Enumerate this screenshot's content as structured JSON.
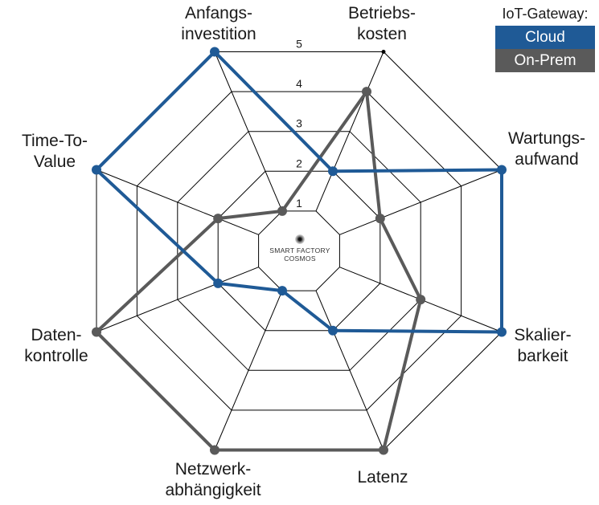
{
  "legend": {
    "title": "IoT-Gateway:",
    "items": [
      {
        "label": "Cloud",
        "color": "#1f5a96"
      },
      {
        "label": "On-Prem",
        "color": "#5a5a5a"
      }
    ]
  },
  "logo": {
    "line1": "SMART FACTORY",
    "line2": "COSMOS"
  },
  "axes": [
    {
      "label": "Anfangs-\ninvestition"
    },
    {
      "label": "Betriebs-\nkosten"
    },
    {
      "label": "Wartungs-\naufwand"
    },
    {
      "label": "Skalier-\nbarkeit"
    },
    {
      "label": "Latenz"
    },
    {
      "label": "Netzwerk-\nabhängigkeit"
    },
    {
      "label": "Daten-\nkontrolle"
    },
    {
      "label": "Time-To-\nValue"
    }
  ],
  "scale_labels": [
    "1",
    "2",
    "3",
    "4",
    "5"
  ],
  "chart_data": {
    "type": "radar",
    "title": "",
    "categories": [
      "Anfangsinvestition",
      "Betriebskosten",
      "Wartungsaufwand",
      "Skalierbarkeit",
      "Latenz",
      "Netzwerkabhängigkeit",
      "Datenkontrolle",
      "Time-To-Value"
    ],
    "series": [
      {
        "name": "Cloud",
        "color": "#1f5a96",
        "values": [
          5,
          2,
          5,
          5,
          2,
          1,
          2,
          5
        ]
      },
      {
        "name": "On-Prem",
        "color": "#5a5a5a",
        "values": [
          1,
          4,
          2,
          3,
          5,
          5,
          5,
          2
        ]
      }
    ],
    "range": [
      0,
      5
    ],
    "ticks": [
      1,
      2,
      3,
      4,
      5
    ],
    "legend_title": "IoT-Gateway:",
    "legend_position": "top-right",
    "grid": true
  }
}
